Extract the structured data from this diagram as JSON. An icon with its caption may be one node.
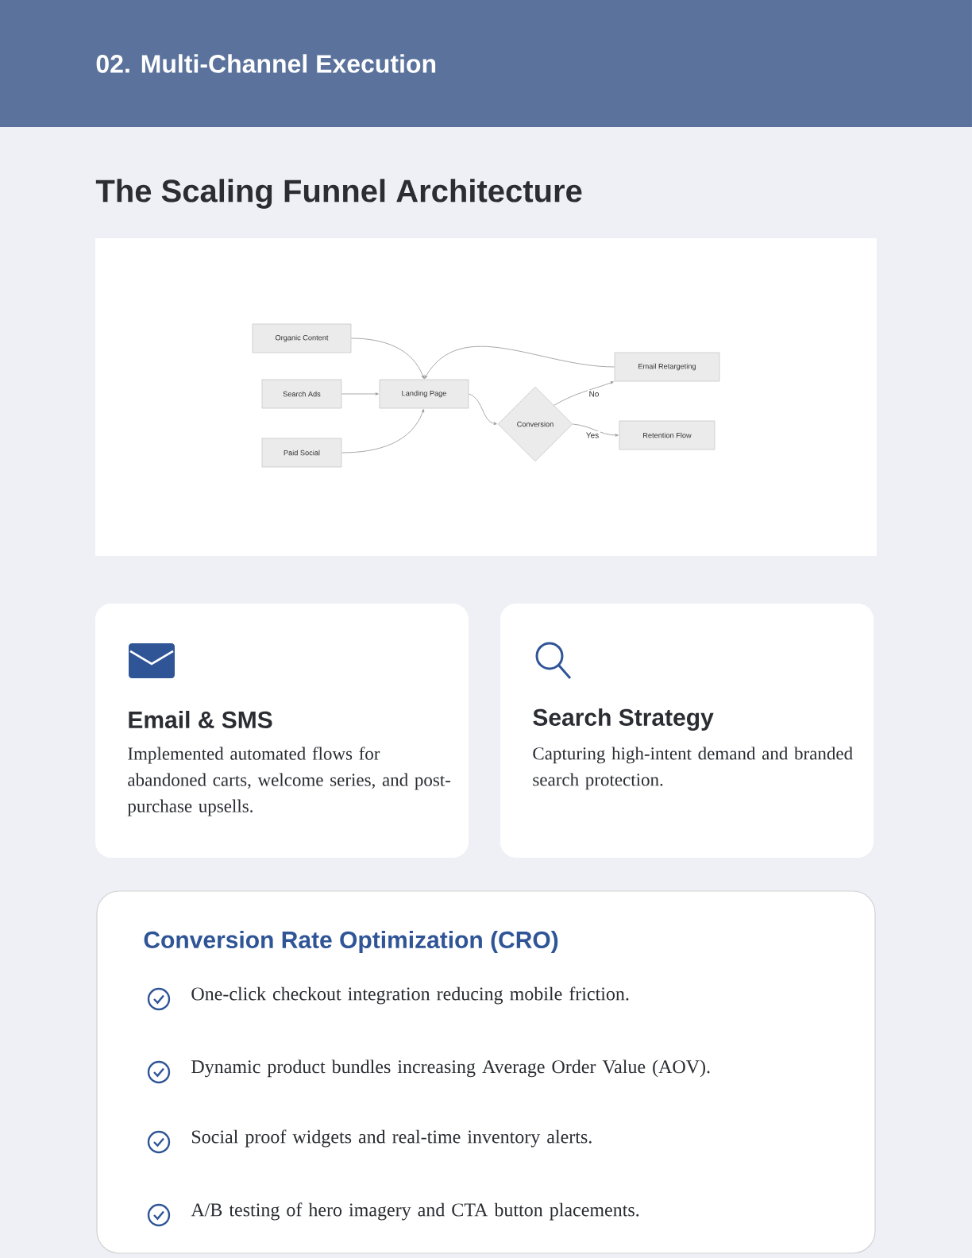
{
  "diagram": {
    "title": "The Scaling Funnel Architecture",
    "nodes": [
      {
        "text": [
          "02. Multi-Channel Execution"
        ]
      },
      {
        "text": [
          "Organic Content"
        ]
      },
      {
        "text": [
          "Search Ads"
        ]
      },
      {
        "text": [
          "Paid Social"
        ]
      },
      {
        "text": [
          "Landing Page"
        ]
      },
      {
        "text": [
          "Conversion"
        ]
      },
      {
        "text": [
          "Email Retargeting"
        ]
      },
      {
        "text": [
          "Retention Flow"
        ]
      },
      {
        "text": [
          "Email & SMS",
          "Implemented automated flows for abandoned carts, welcome series, and post-purchase upsells."
        ]
      },
      {
        "text": [
          "Search Strategy",
          "Capturing high-intent demand and branded search protection."
        ]
      },
      {
        "text": [
          "Conversion Rate Optimization (CRO)",
          "One-click checkout integration reducing mobile friction.",
          "Dynamic product bundles increasing Average Order Value (AOV).",
          "Social proof widgets and real-time inventory alerts.",
          "A/B testing of hero imagery and CTA button placements."
        ]
      }
    ],
    "edges": [
      {
        "from": 1,
        "to": 4,
        "arrow": "to"
      },
      {
        "from": 2,
        "to": 4,
        "arrow": "to"
      },
      {
        "from": 3,
        "to": 4,
        "arrow": "to"
      },
      {
        "from": 4,
        "to": 5,
        "arrow": "to"
      },
      {
        "from": 5,
        "to": 6,
        "arrow": "to",
        "label": "No"
      },
      {
        "from": 5,
        "to": 7,
        "arrow": "to",
        "label": "Yes"
      },
      {
        "from": 6,
        "to": 4,
        "arrow": "to"
      }
    ]
  }
}
